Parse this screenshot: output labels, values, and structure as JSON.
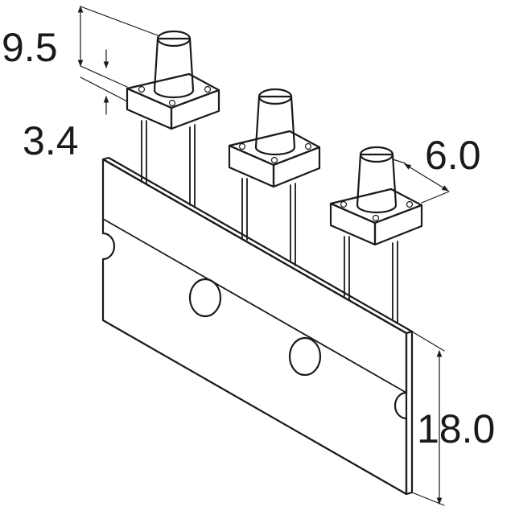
{
  "dimensions": {
    "total_height": "9.5",
    "body_height": "3.4",
    "body_width": "6.0",
    "tape_width": "18.0"
  }
}
